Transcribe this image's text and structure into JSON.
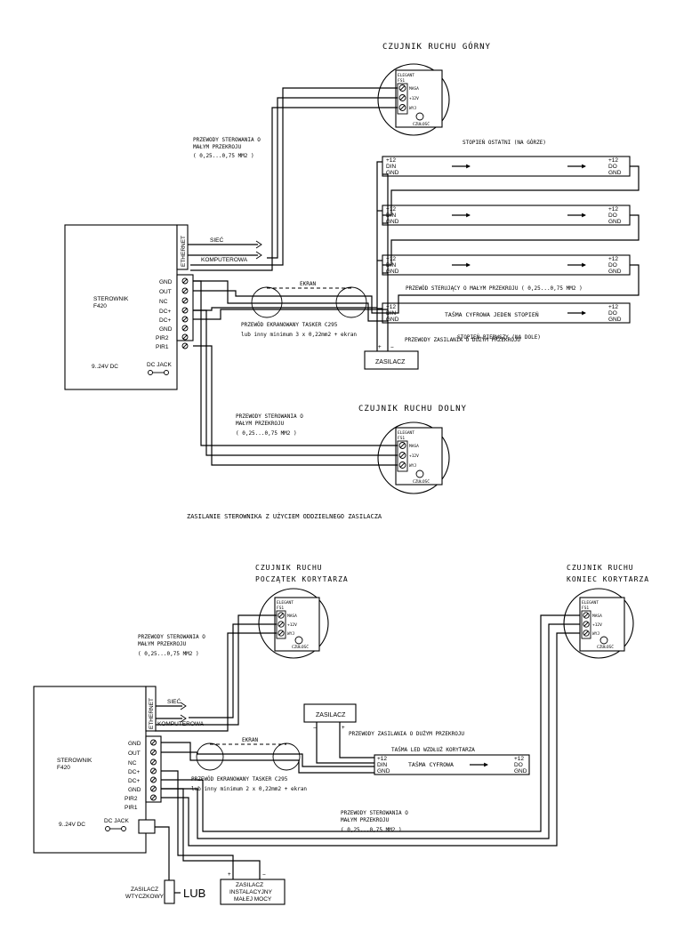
{
  "top": {
    "sensor_top": {
      "title": "CZUJNIK RUCHU GÓRNY",
      "brand": "ELEGANT",
      "model": "FS1",
      "pins": [
        "MASA",
        "+12V",
        "WYJ"
      ],
      "knob": "CZUŁOŚĆ"
    },
    "sensor_bottom": {
      "title": "CZUJNIK RUCHU DOLNY",
      "brand": "ELEGANT",
      "model": "FS1",
      "pins": [
        "MASA",
        "+12V",
        "WYJ"
      ],
      "knob": "CZUŁOŚĆ"
    },
    "note_top": {
      "line1": "PRZEWODY STEROWANIA O",
      "line2": "MAŁYM PRZEKROJU",
      "line3": "( 0,25...0,75 MM2 )"
    },
    "note_bottom": {
      "line1": "PRZEWODY STEROWANIA O",
      "line2": "MAŁYM PRZEKROJU",
      "line3": "( 0,25...0,75 MM2 )"
    },
    "controller": {
      "name1": "STEROWNIK",
      "name2": "F420",
      "ethernet": "ETHERNET",
      "net1": "SIEĆ",
      "net2": "KOMPUTEROWA",
      "pins": [
        "GND",
        "OUT",
        "NC",
        "DC+",
        "DC+",
        "GND",
        "PIR2",
        "PIR1"
      ],
      "voltage": "9..24V DC",
      "jack": "DC JACK"
    },
    "stage_last_label": "STOPIEŃ OSTATNI (NA GÓRZE)",
    "stage_first_label": "STOPIEŃ PIERWSZY (NA DOLE)",
    "strip_in": [
      "+12",
      "DIN",
      "GND"
    ],
    "strip_out": [
      "+12",
      "DO",
      "GND"
    ],
    "strip_label": "TAŚMA CYFROWA JEDEN STOPIEŃ",
    "control_wire_label": "PRZEWÓD STERUJĄCY O MAŁYM PRZEKROJU ( 0,25...0,75 MM2 )",
    "shield_label": "EKRAN",
    "cable_label": "PRZEWÓD EKRANOWANY TASKER C295",
    "cable_alt": "lub inny minimum 3 x 0,22mm2 + ekran",
    "power_wire_label": "PRZEWODY ZASILANIA O DUŻYM PRZEKROJU",
    "psu": "ZASILACZ",
    "plus": "+",
    "minus": "−",
    "caption": "ZASILANIE STEROWNIKA Z UŻYCIEM ODDZIELNEGO ZASILACZA"
  },
  "bottom": {
    "sensor_start": {
      "title1": "CZUJNIK RUCHU",
      "title2": "POCZĄTEK KORYTARZA",
      "brand": "ELEGANT",
      "model": "FS1",
      "pins": [
        "MASA",
        "+12V",
        "WYJ"
      ],
      "knob": "CZUŁOŚĆ"
    },
    "sensor_end": {
      "title1": "CZUJNIK RUCHU",
      "title2": "KONIEC KORYTARZA",
      "brand": "ELEGANT",
      "model": "FS1",
      "pins": [
        "MASA",
        "+12V",
        "WYJ"
      ],
      "knob": "CZUŁOŚĆ"
    },
    "note_left": {
      "line1": "PRZEWODY STEROWANIA O",
      "line2": "MAŁYM PRZEKROJU",
      "line3": "( 0,25...0,75 MM2 )"
    },
    "note_right": {
      "line1": "PRZEWODY STEROWANIA O",
      "line2": "MAŁYM PRZEKROJU",
      "line3": "( 0,25...0,75 MM2 )"
    },
    "controller": {
      "name1": "STEROWNIK",
      "name2": "F420",
      "ethernet": "ETHERNET",
      "net1": "SIEĆ",
      "net2": "KOMPUTEROWA",
      "pins": [
        "GND",
        "OUT",
        "NC",
        "DC+",
        "DC+",
        "GND",
        "PIR2",
        "PIR1"
      ],
      "voltage": "9..24V DC",
      "jack": "DC JACK"
    },
    "psu": "ZASILACZ",
    "plus": "+",
    "minus": "−",
    "power_wire_label": "PRZEWODY ZASILANIA O DUŻYM PRZEKROJU",
    "strip_top_label": "TAŚMA LED WZDŁUŻ KORYTARZA",
    "strip_in": [
      "+12",
      "DIN",
      "GND"
    ],
    "strip_out": [
      "+12",
      "DO",
      "GND"
    ],
    "strip_label": "TAŚMA CYFROWA",
    "shield_label": "EKRAN",
    "cable_label": "PRZEWÓD EKRANOWANY TASKER C295",
    "cable_alt": "lub inny minimum 2 x 0,22mm2 + ekran",
    "plug_psu1": "ZASILACZ",
    "plug_psu2": "WTYCZKOWY",
    "or_label": "LUB",
    "inst_psu1": "ZASILACZ",
    "inst_psu2": "INSTALACYJNY",
    "inst_psu3": "MAŁEJ MOCY",
    "inst_plus": "+",
    "inst_minus": "−"
  }
}
